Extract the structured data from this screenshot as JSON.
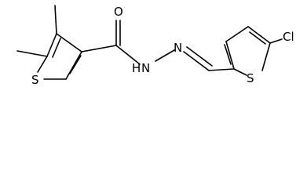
{
  "structure": {
    "atoms": {
      "carbonyl_o": "O",
      "thiophene_s_left": "S",
      "amide_n": "N",
      "amide_h": "H",
      "imine_n": "N",
      "thiophene_s_right": "S",
      "chlorine": "Cl"
    }
  }
}
